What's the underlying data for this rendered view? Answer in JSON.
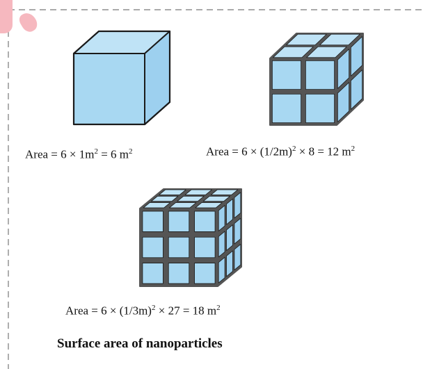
{
  "colors": {
    "face_light": "#bfe3f6",
    "face_front": "#a8d8f2",
    "face_side": "#9dd0ef",
    "gap": "#555555",
    "border": "#1a1a1a",
    "frame_dash": "#777777",
    "corner_blob": "#f6b8bf"
  },
  "captions": {
    "cube1": {
      "prefix": "Area = 6 × 1m",
      "sup1": "2",
      "mid": " = 6 m",
      "sup2": "2"
    },
    "cube2": {
      "prefix": "Area = 6 × (1/2m)",
      "sup1": "2",
      "mid": " × 8 = 12 m",
      "sup2": "2"
    },
    "cube3": {
      "prefix": "Area = 6 × (1/3m)",
      "sup1": "2",
      "mid": " × 27 = 18 m",
      "sup2": "2"
    }
  },
  "title": "Surface area of nanoparticles",
  "cubes": [
    {
      "name": "single-cube",
      "divisions": 1
    },
    {
      "name": "cube-divided-in-8",
      "divisions": 2
    },
    {
      "name": "cube-divided-in-27",
      "divisions": 3
    }
  ]
}
